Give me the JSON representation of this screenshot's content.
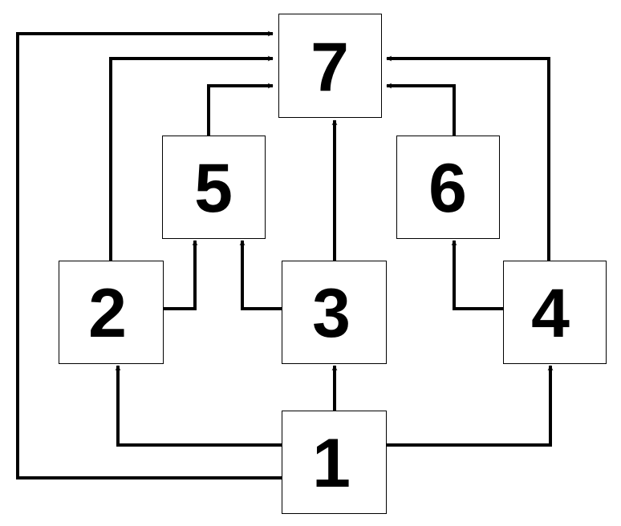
{
  "diagram": {
    "nodes": [
      {
        "id": "n1",
        "label": "1"
      },
      {
        "id": "n2",
        "label": "2"
      },
      {
        "id": "n3",
        "label": "3"
      },
      {
        "id": "n4",
        "label": "4"
      },
      {
        "id": "n5",
        "label": "5"
      },
      {
        "id": "n6",
        "label": "6"
      },
      {
        "id": "n7",
        "label": "7"
      }
    ],
    "edges": [
      {
        "from": "1",
        "to": "2"
      },
      {
        "from": "1",
        "to": "3"
      },
      {
        "from": "1",
        "to": "4"
      },
      {
        "from": "1",
        "to": "7"
      },
      {
        "from": "2",
        "to": "5"
      },
      {
        "from": "2",
        "to": "7"
      },
      {
        "from": "3",
        "to": "5"
      },
      {
        "from": "3",
        "to": "7"
      },
      {
        "from": "4",
        "to": "6"
      },
      {
        "from": "4",
        "to": "7"
      },
      {
        "from": "5",
        "to": "7"
      },
      {
        "from": "6",
        "to": "7"
      }
    ]
  }
}
